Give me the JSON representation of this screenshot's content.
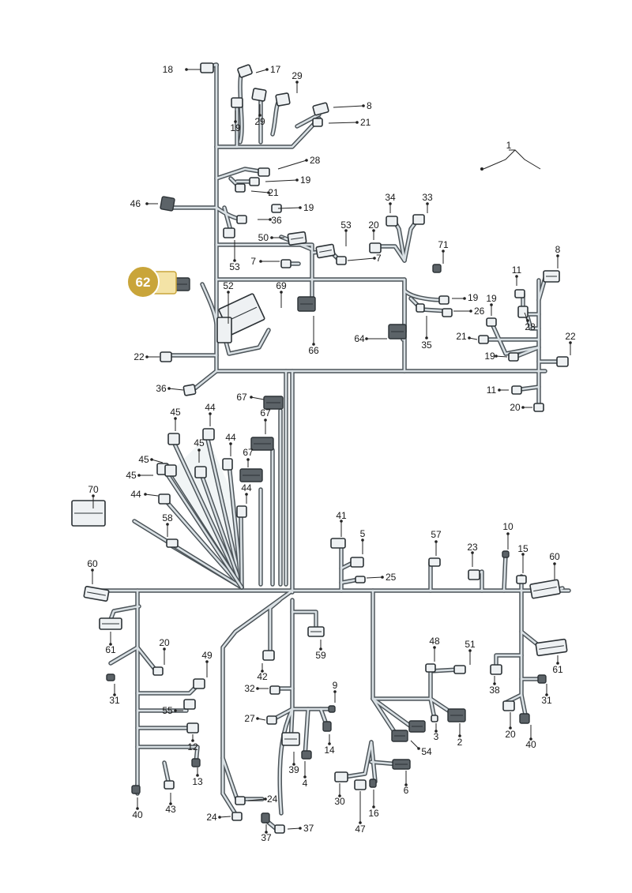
{
  "highlight": {
    "label": "62",
    "color": "#c9a53a",
    "halo": "#f4e3a6"
  },
  "labels": [
    "18",
    "17",
    "29",
    "29",
    "8",
    "19",
    "21",
    "28",
    "19",
    "21",
    "46",
    "19",
    "36",
    "53",
    "50",
    "53",
    "20",
    "34",
    "33",
    "71",
    "7",
    "7",
    "8",
    "11",
    "19",
    "26",
    "19",
    "28",
    "21",
    "22",
    "19",
    "52",
    "69",
    "66",
    "64",
    "35",
    "22",
    "36",
    "11",
    "20",
    "67",
    "67",
    "45",
    "44",
    "45",
    "44",
    "67",
    "45",
    "45",
    "44",
    "44",
    "70",
    "58",
    "41",
    "5",
    "25",
    "57",
    "23",
    "10",
    "15",
    "60",
    "60",
    "61",
    "20",
    "49",
    "31",
    "55",
    "12",
    "13",
    "40",
    "43",
    "42",
    "59",
    "32",
    "27",
    "9",
    "14",
    "39",
    "4",
    "48",
    "51",
    "3",
    "2",
    "54",
    "38",
    "61",
    "31",
    "20",
    "40",
    "6",
    "30",
    "16",
    "47",
    "24",
    "24",
    "37",
    "37"
  ]
}
